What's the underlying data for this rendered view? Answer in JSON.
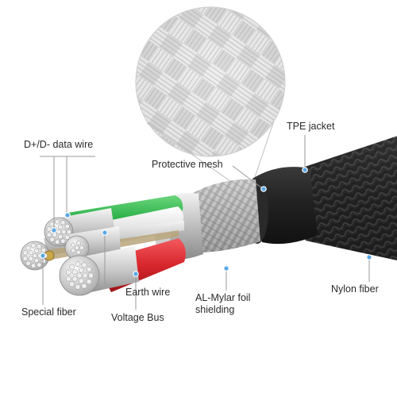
{
  "labels": {
    "data_wire": "D+/D- data wire",
    "protective_mesh": "Protective mesh",
    "tpe_jacket": "TPE jacket",
    "nylon_fiber": "Nylon fiber",
    "earth_wire": "Earth wire",
    "special_fiber": "Special fiber",
    "voltage_bus": "Voltage Bus",
    "mylar_line1": "AL-Mylar foil",
    "mylar_line2": "shielding"
  },
  "colors": {
    "leader": "#9a9a9a",
    "dot": "#5aa8e6",
    "jacket": "#1e1e1e",
    "braid": "#b9b9b9",
    "green_wire": "#2db24a",
    "red_wire": "#d8262c",
    "white_wire": "#e8e8e8",
    "copper": "#d8d8d8"
  }
}
